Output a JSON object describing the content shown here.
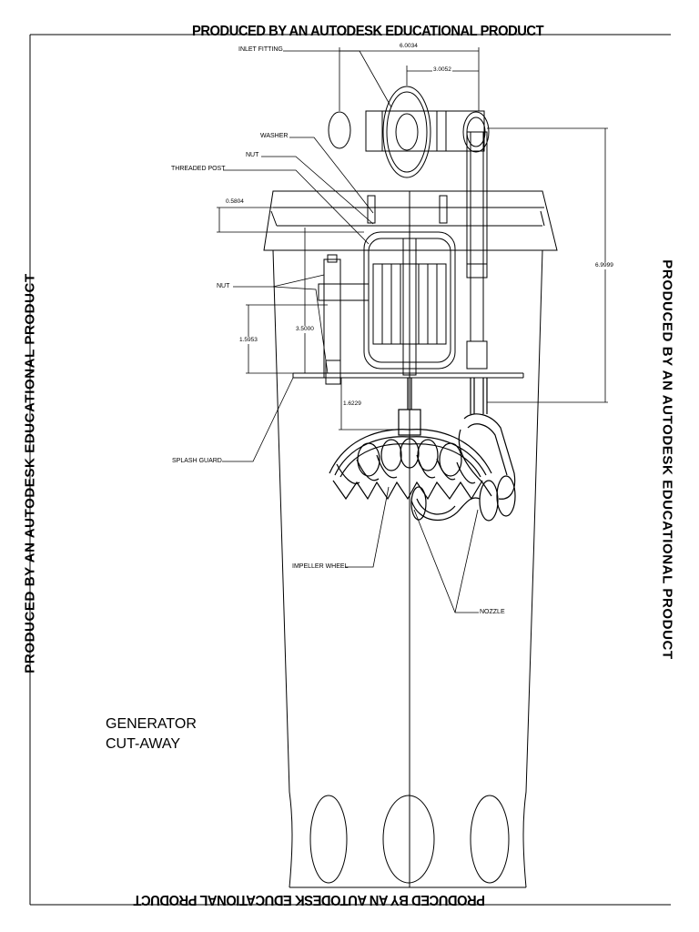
{
  "watermark": {
    "top": "PRODUCED BY AN AUTODESK EDUCATIONAL PRODUCT",
    "bottom": "PRODUCED BY AN AUTODESK EDUCATIONAL PRODUCT",
    "left": "PRODUCED BY AN AUTODESK EDUCATIONAL PRODUCT",
    "right": "PRODUCED BY AN AUTODESK EDUCATIONAL PRODUCT"
  },
  "title": {
    "line1": "GENERATOR",
    "line2": "CUT-AWAY"
  },
  "callouts": {
    "inlet_fitting": "INLET FITTING",
    "washer": "WASHER",
    "nut_top": "NUT",
    "threaded_post": "THREADED POST",
    "nut_left": "NUT",
    "splash_guard": "SPLASH GUARD",
    "impeller_wheel": "IMPELLER WHEEL",
    "nozzle": "NOZZLE"
  },
  "dimensions": {
    "d1": "6.0034",
    "d2": "3.0052",
    "d3": "0.5804",
    "d4": "6.9999",
    "d5": "3.5000",
    "d6": "1.5953",
    "d7": "1.6229"
  }
}
